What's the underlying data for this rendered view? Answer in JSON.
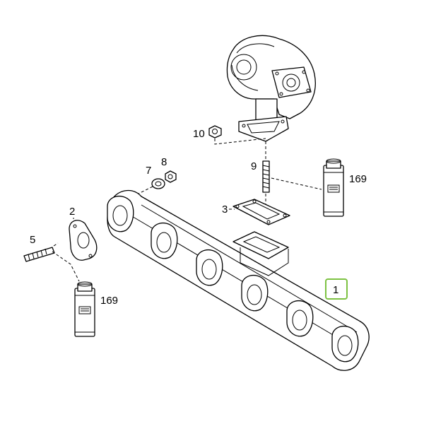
{
  "callouts": {
    "manifold": "1",
    "gasket_round": "2",
    "gasket_square": "3",
    "stud_left": "5",
    "washer": "7",
    "nut": "8",
    "stud_top": "9",
    "nut_top": "10",
    "can_right": "169",
    "can_left": "169"
  },
  "colors": {
    "highlight": "#7dc242",
    "line": "#000000",
    "background": "#ffffff"
  },
  "icons": {
    "spray_can": "spray-can-icon"
  }
}
